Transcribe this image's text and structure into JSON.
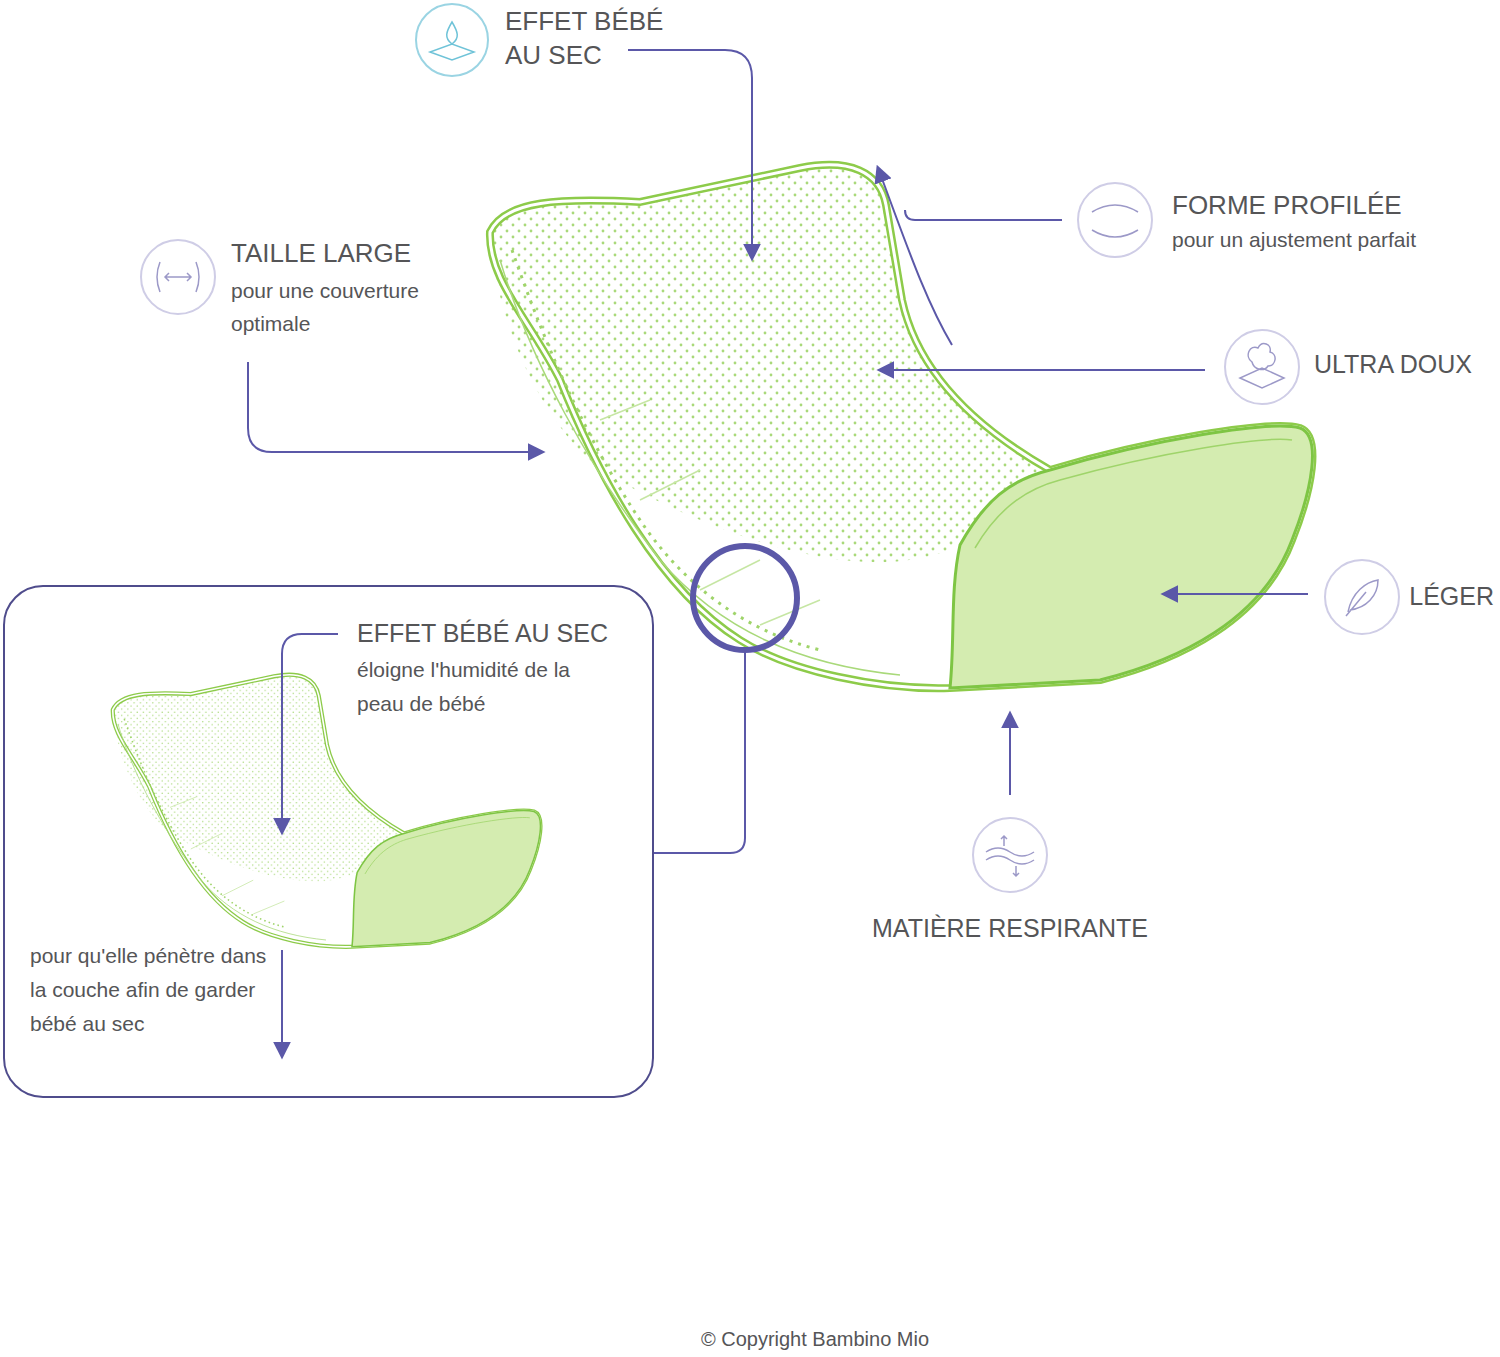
{
  "diagram": {
    "nodes": [
      {
        "text": [
          "EFFET BÉBÉ AU SEC",
          "éloigne l'humidité de la peau de bébé",
          "pour qu'elle pénètre dans la couche afin de garder bébé au sec"
        ]
      }
    ],
    "labels": [
      "EFFET BÉBÉ AU SEC",
      "FORME PROFILÉE",
      "pour un ajustement parfait",
      "TAILLE LARGE",
      "pour une couverture optimale",
      "ULTRA DOUX",
      "LÉGER",
      "MATIÈRE RESPIRANTE",
      "© Copyright Bambino Mio"
    ]
  }
}
